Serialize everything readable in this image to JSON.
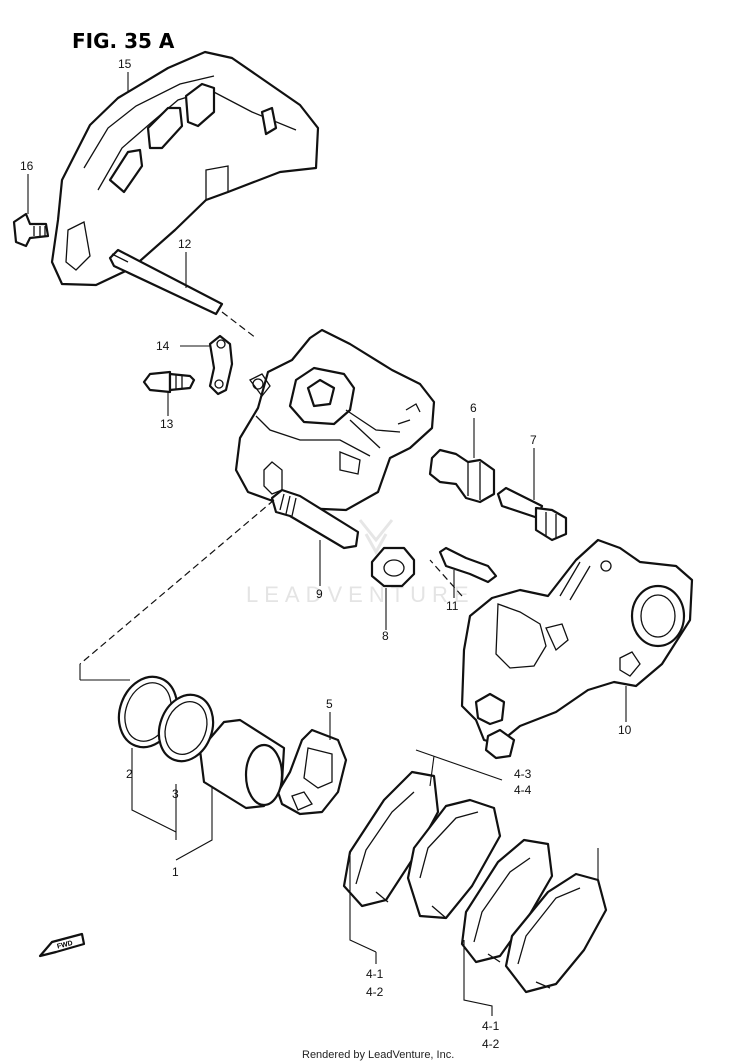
{
  "figure": {
    "title": "FIG. 35 A",
    "watermark": "LEADVENTURE",
    "footer": "Rendered by LeadVenture, Inc.",
    "forward_badge": "FWD"
  },
  "callouts": [
    {
      "id": "15",
      "label": "15"
    },
    {
      "id": "16",
      "label": "16"
    },
    {
      "id": "12",
      "label": "12"
    },
    {
      "id": "14",
      "label": "14"
    },
    {
      "id": "13",
      "label": "13"
    },
    {
      "id": "6",
      "label": "6"
    },
    {
      "id": "7",
      "label": "7"
    },
    {
      "id": "9",
      "label": "9"
    },
    {
      "id": "8",
      "label": "8"
    },
    {
      "id": "11",
      "label": "11"
    },
    {
      "id": "10",
      "label": "10"
    },
    {
      "id": "5",
      "label": "5"
    },
    {
      "id": "2",
      "label": "2"
    },
    {
      "id": "3",
      "label": "3"
    },
    {
      "id": "1",
      "label": "1"
    },
    {
      "id": "4-3",
      "label": "4-3"
    },
    {
      "id": "4-4",
      "label": "4-4"
    },
    {
      "id": "4-1a",
      "label": "4-1"
    },
    {
      "id": "4-2a",
      "label": "4-2"
    },
    {
      "id": "4-1b",
      "label": "4-1"
    },
    {
      "id": "4-2b",
      "label": "4-2"
    }
  ]
}
